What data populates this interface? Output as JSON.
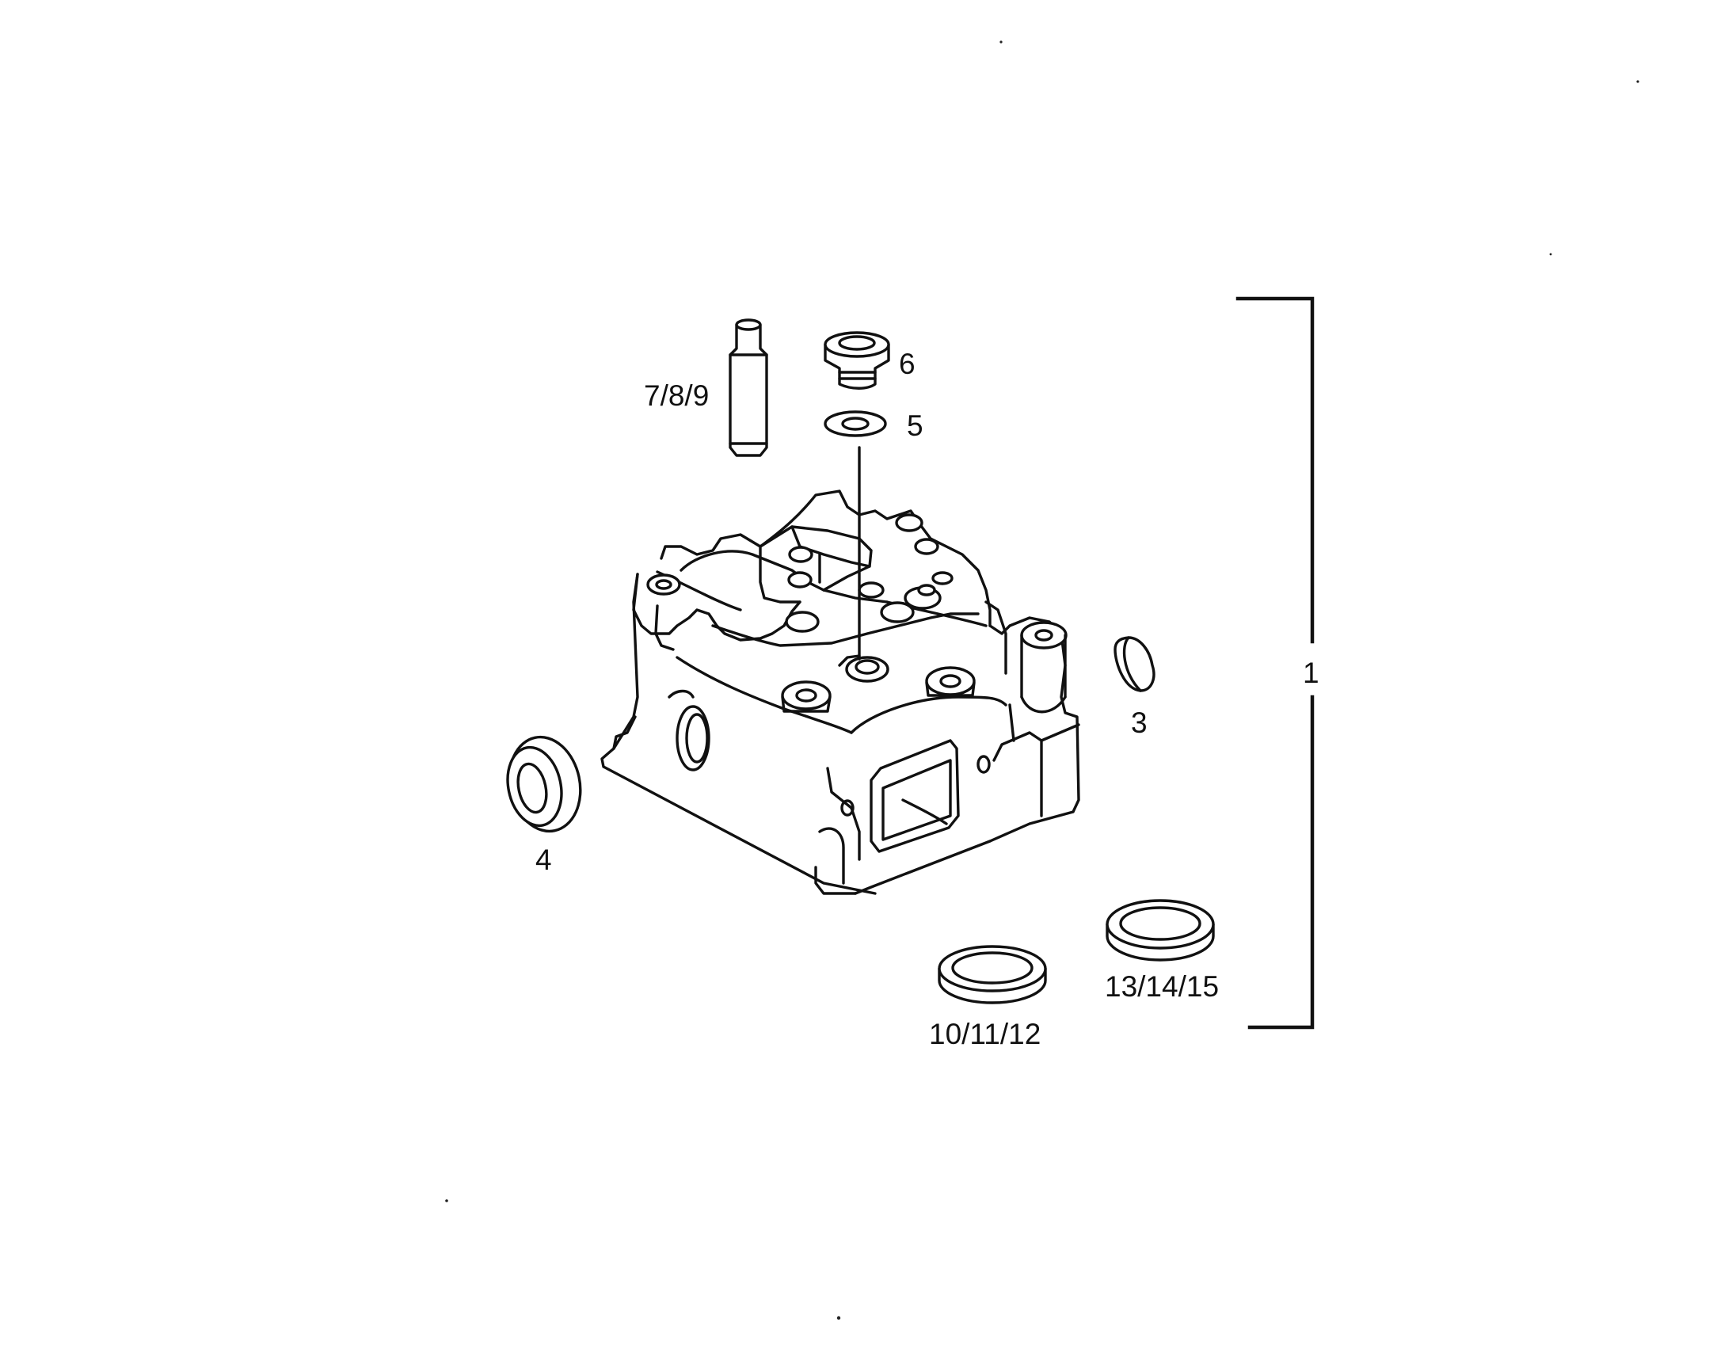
{
  "diagram": {
    "callouts": {
      "assembly": "1",
      "plug": "3",
      "seal_ring": "4",
      "washer": "5",
      "screw_plug": "6",
      "valve_guide": "7/8/9",
      "valve_seat_ring_a": "10/11/12",
      "valve_seat_ring_b": "13/14/15"
    },
    "colors": {
      "ink": "#111111",
      "paper": "#ffffff"
    }
  }
}
